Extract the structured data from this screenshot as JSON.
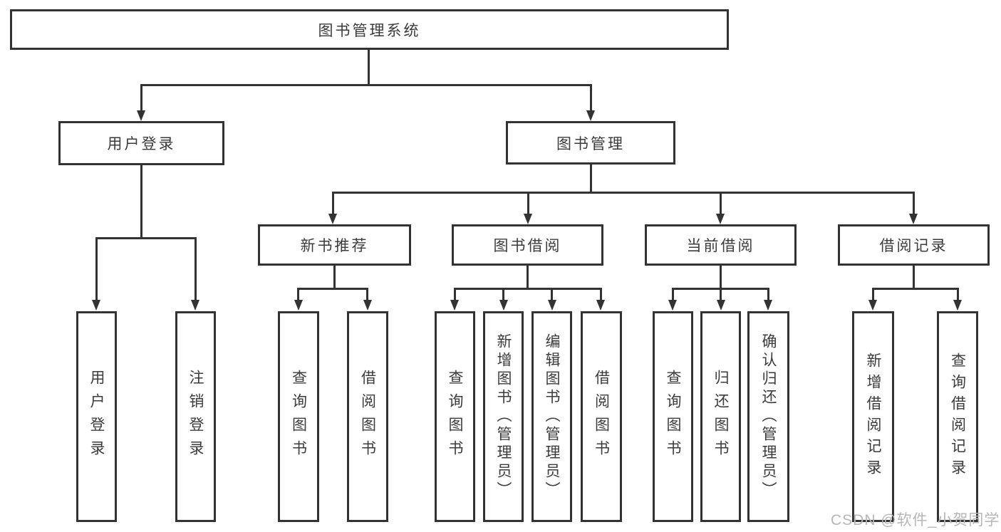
{
  "watermark": {
    "text": "CSDN @软件_小贺同学"
  },
  "colors": {
    "line": "#333333",
    "text": "#3b3b3b",
    "watermark": "#b6b6b6",
    "background": "#ffffff"
  },
  "tree": {
    "root": {
      "label": "图书管理系统",
      "children": [
        {
          "label": "用户登录",
          "children": [
            {
              "label": "用户登录"
            },
            {
              "label": "注销登录"
            }
          ]
        },
        {
          "label": "图书管理",
          "children": [
            {
              "label": "新书推荐",
              "children": [
                {
                  "label": "查询图书"
                },
                {
                  "label": "借阅图书"
                }
              ]
            },
            {
              "label": "图书借阅",
              "children": [
                {
                  "label": "查询图书"
                },
                {
                  "label": "新增图书（管理员）"
                },
                {
                  "label": "编辑图书（管理员）"
                },
                {
                  "label": "借阅图书"
                }
              ]
            },
            {
              "label": "当前借阅",
              "children": [
                {
                  "label": "查询图书"
                },
                {
                  "label": "归还图书"
                },
                {
                  "label": "确认归还（管理员）"
                }
              ]
            },
            {
              "label": "借阅记录",
              "children": [
                {
                  "label": "新增借阅记录"
                },
                {
                  "label": "查询借阅记录"
                }
              ]
            }
          ]
        }
      ]
    }
  }
}
